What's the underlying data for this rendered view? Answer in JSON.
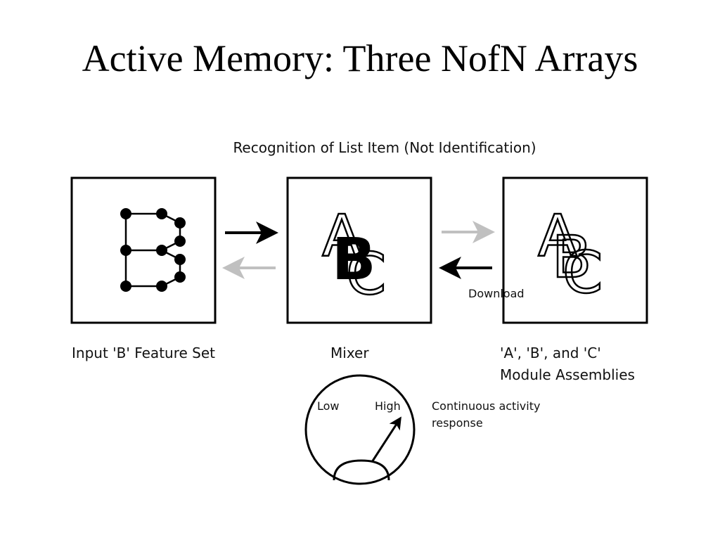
{
  "slide": {
    "title": "Active Memory: Three NofN Arrays",
    "subtitle": "Recognition of List Item (Not Identification)"
  },
  "panels": {
    "input": {
      "caption": "Input 'B' Feature Set"
    },
    "mixer": {
      "caption": "Mixer",
      "letters": [
        "A",
        "B",
        "C"
      ]
    },
    "modules": {
      "caption_line1": "'A', 'B', and 'C'",
      "caption_line2": "Module Assemblies",
      "letters": [
        "A",
        "B",
        "C"
      ]
    }
  },
  "arrows": {
    "download_label": "Download"
  },
  "meter": {
    "low_label": "Low",
    "high_label": "High",
    "description_line1": "Continuous activity",
    "description_line2": "response",
    "level": 0.8
  },
  "colors": {
    "active_arrow": "#000000",
    "inactive_arrow": "#c0c0c0"
  }
}
